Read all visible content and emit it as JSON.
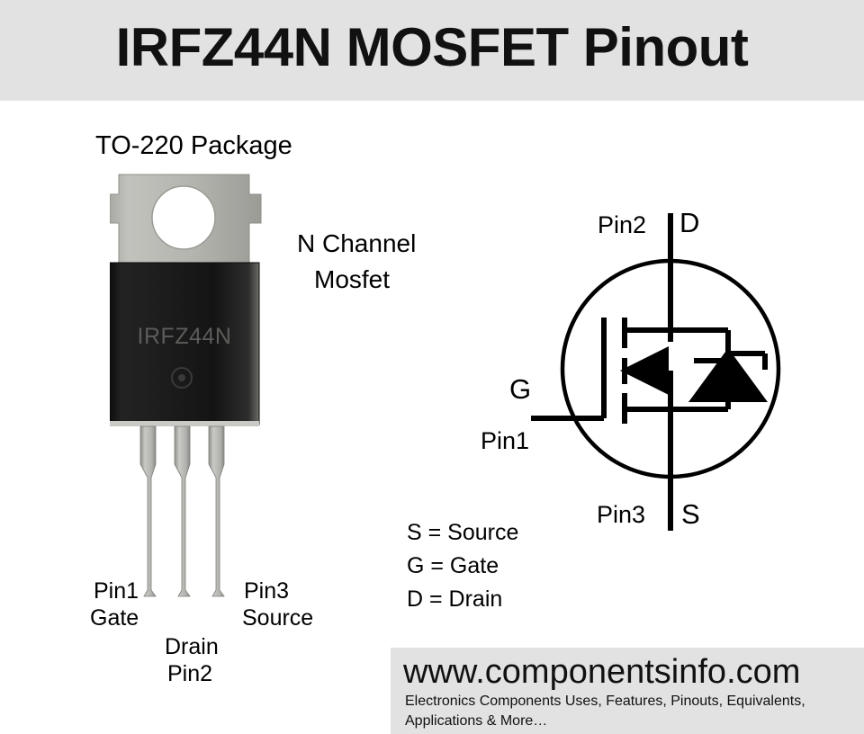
{
  "header": {
    "title": "IRFZ44N MOSFET Pinout",
    "background_color": "#e2e2e2"
  },
  "package": {
    "caption": "TO-220 Package",
    "part_marking": "IRFZ44N",
    "body_color": "#151515",
    "tab_color": "#b2b2ae",
    "lead_color": "#b9b9b5",
    "pins": [
      {
        "number": "Pin1",
        "function": "Gate"
      },
      {
        "number": "Pin2",
        "function": "Drain"
      },
      {
        "number": "Pin3",
        "function": "Source"
      }
    ],
    "pin_labels": {
      "pin1": "Pin1",
      "gate": "Gate",
      "drain": "Drain",
      "pin2": "Pin2",
      "pin3": "Pin3",
      "source": "Source"
    }
  },
  "device_type": {
    "line1": "N Channel",
    "line2": "Mosfet"
  },
  "symbol": {
    "drain_pin": "Pin2",
    "drain_terminal": "D",
    "gate_terminal": "G",
    "gate_pin": "Pin1",
    "source_pin": "Pin3",
    "source_terminal": "S",
    "stroke_color": "#000000"
  },
  "legend": {
    "items": [
      "S = Source",
      "G = Gate",
      "D = Drain"
    ]
  },
  "footer": {
    "url": "www.componentsinfo.com",
    "tagline_line1": "Electronics Components Uses, Features, Pinouts, Equivalents,",
    "tagline_line2": "Applications & More…",
    "background_color": "#e2e2e2"
  }
}
